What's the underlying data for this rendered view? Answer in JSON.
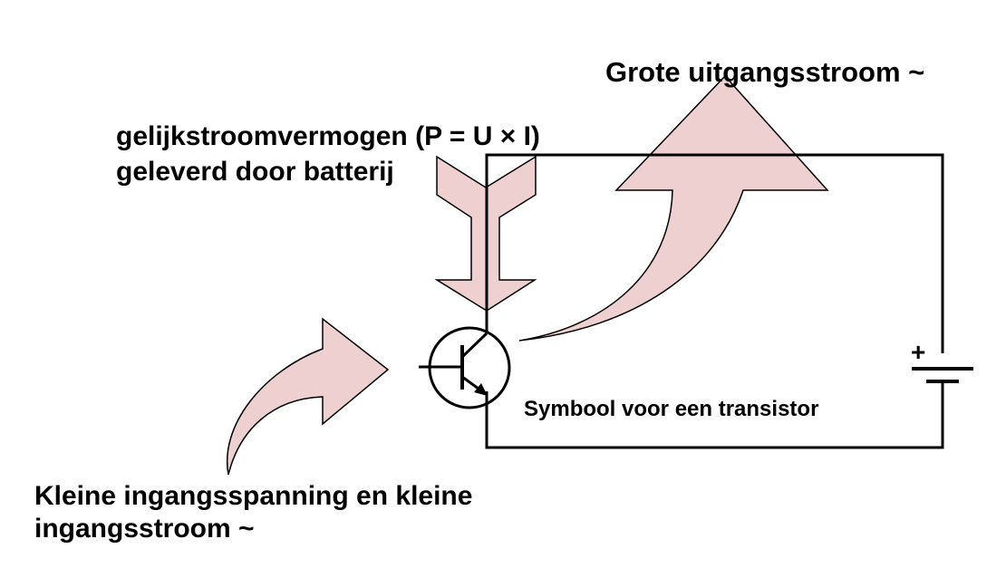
{
  "labels": {
    "output_current": "Grote uitgangsstroom ~",
    "dc_power_line1": "gelijkstroomvermogen (P = U × I)",
    "dc_power_line2": "geleverd door batterij",
    "transistor_symbol": "Symbool voor een transistor",
    "input_line1": "Kleine ingangsspanning en kleine",
    "input_line2": "ingangsstroom ~",
    "battery_plus": "+"
  },
  "colors": {
    "arrow_fill": "#efd0d0",
    "stroke": "#000000"
  }
}
